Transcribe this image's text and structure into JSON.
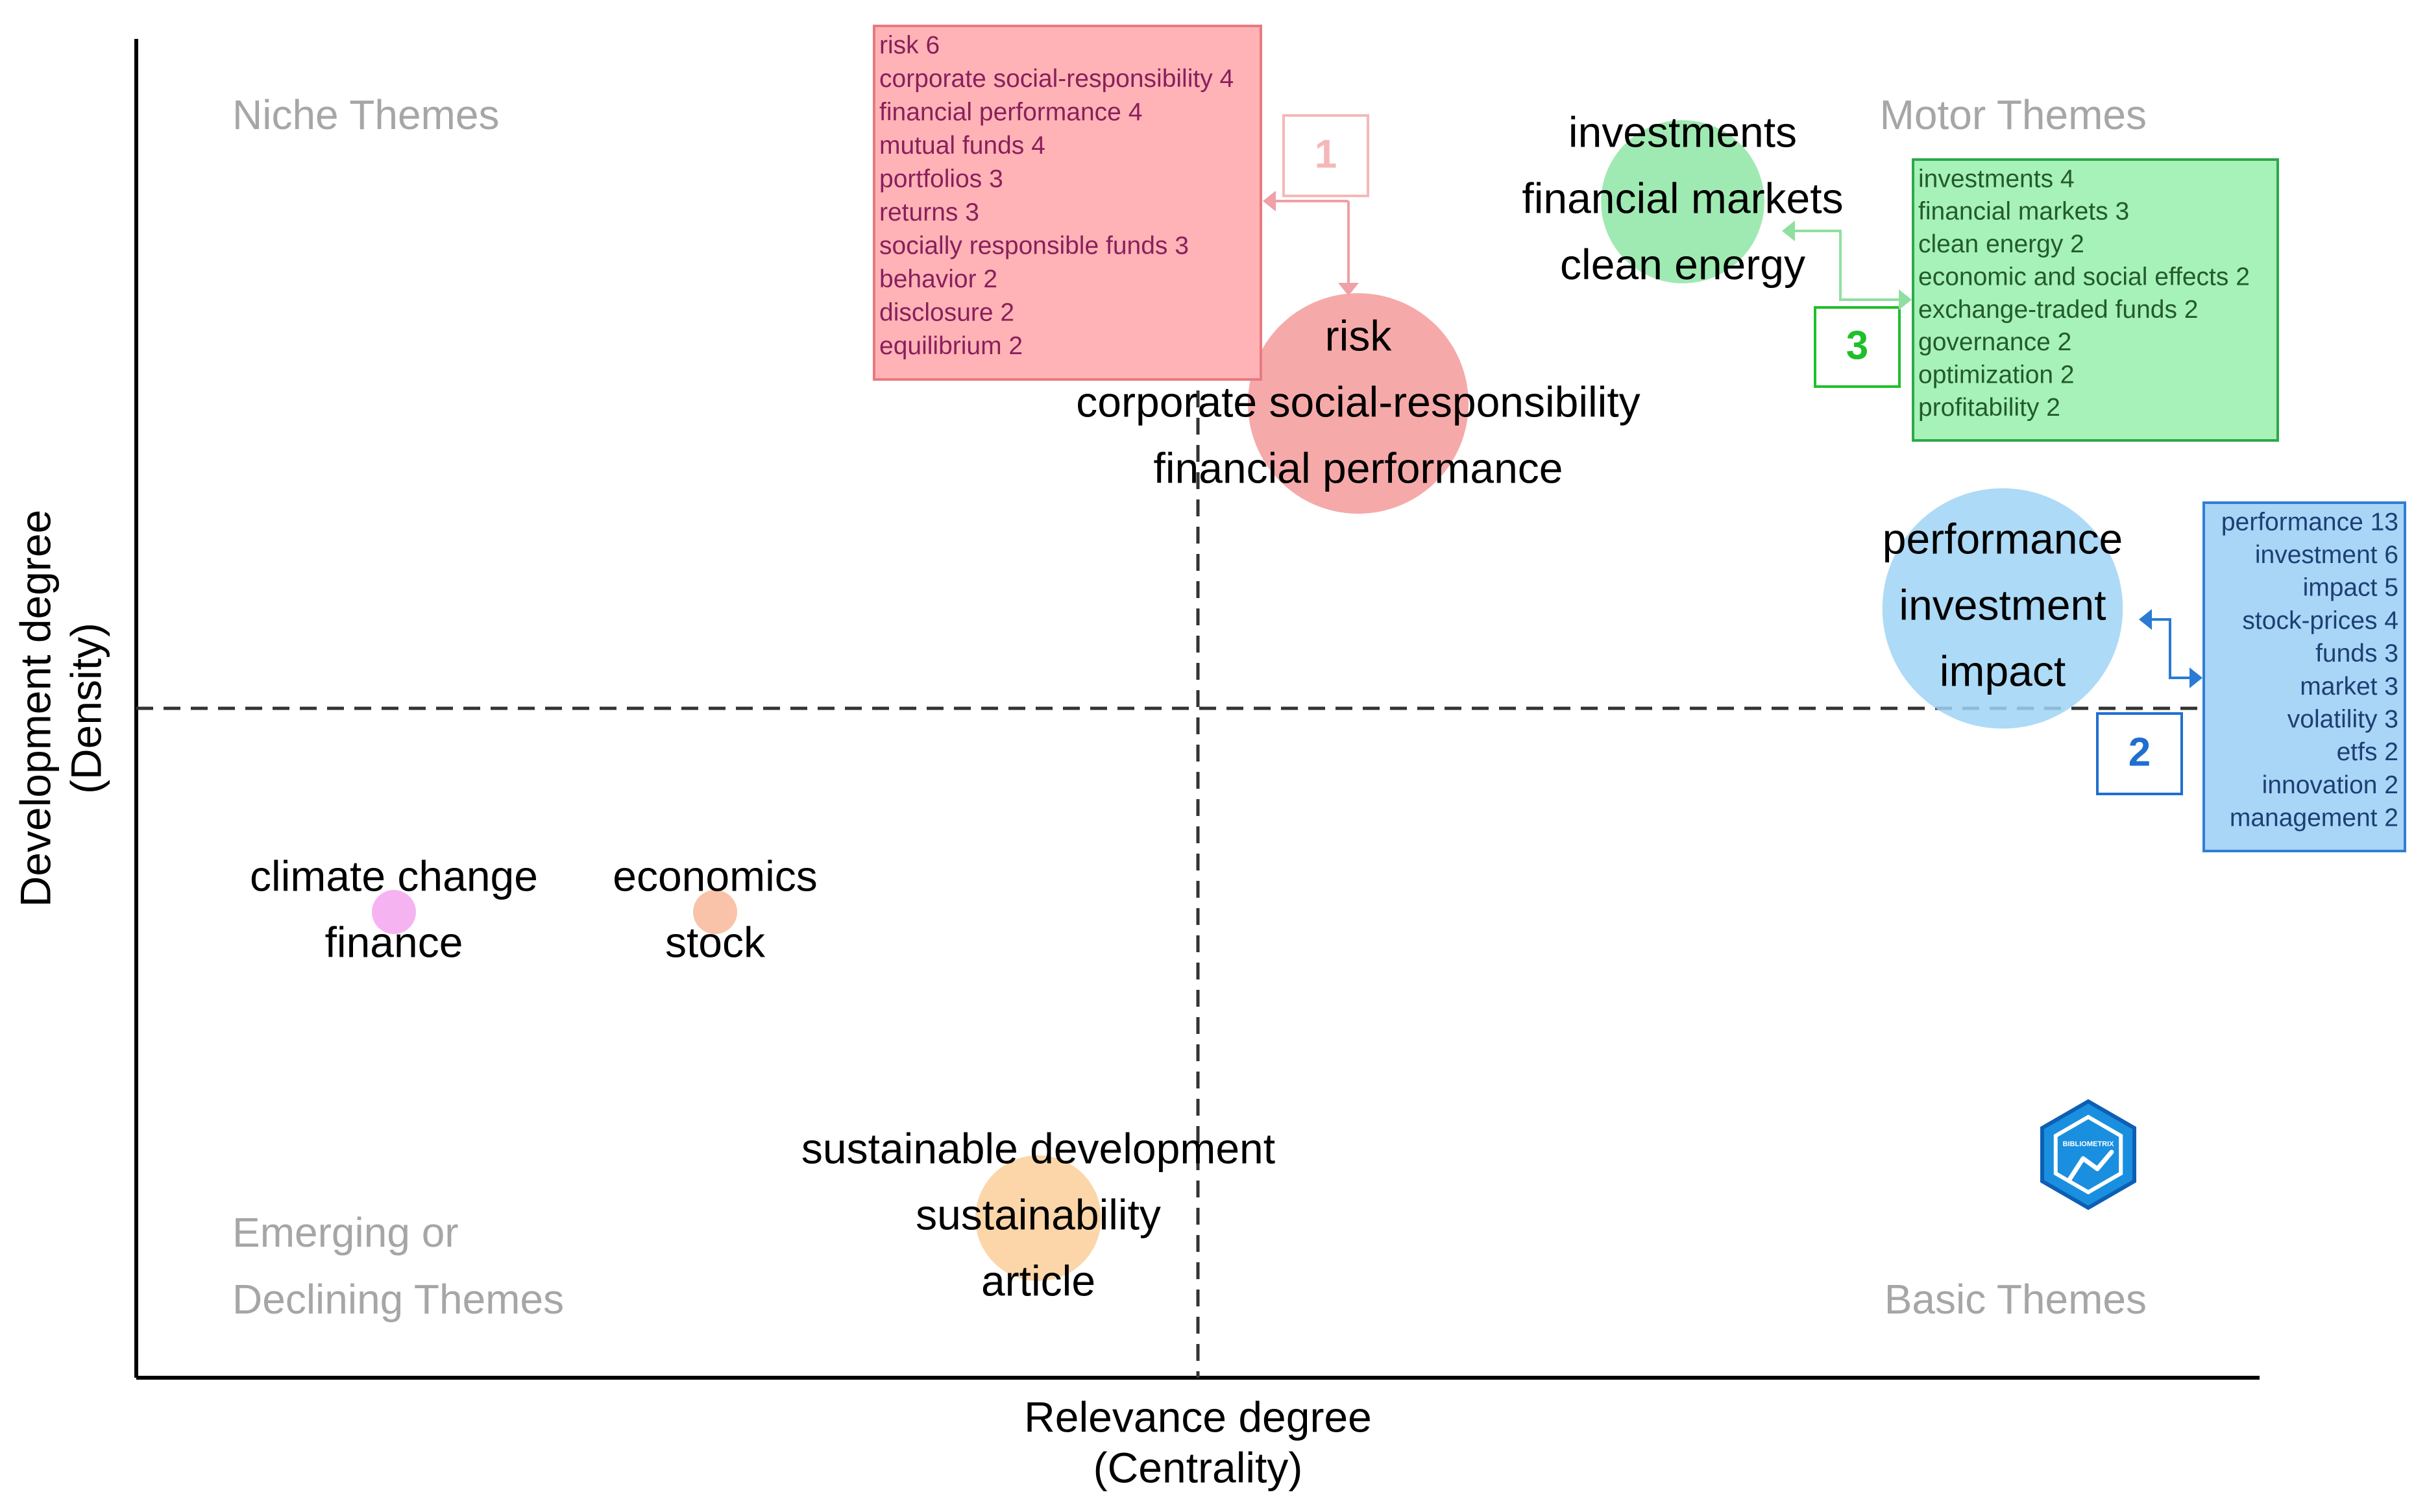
{
  "chart_data": {
    "type": "scatter",
    "title": "",
    "xlabel": [
      "Relevance degree",
      "(Centrality)"
    ],
    "ylabel": [
      "Development degree",
      "(Density)"
    ],
    "grid": false,
    "quadrants": {
      "top_left": [
        "Niche Themes"
      ],
      "top_right": [
        "Motor Themes"
      ],
      "bottom_left": [
        "Emerging or",
        "Declining Themes"
      ],
      "bottom_right": [
        "Basic Themes"
      ]
    },
    "clusters": [
      {
        "labels": [
          "risk",
          "corporate social-responsibility",
          "financial performance"
        ],
        "color": "#f59a9a",
        "size": 1.0
      },
      {
        "labels": [
          "investments",
          "financial markets",
          "clean energy"
        ],
        "color": "#8ee6a4",
        "size": 0.74
      },
      {
        "labels": [
          "performance",
          "investment",
          "impact"
        ],
        "color": "#9fd3f5",
        "size": 1.09
      },
      {
        "labels": [
          "climate change",
          "finance"
        ],
        "color": "#f5a6f0",
        "size": 0.2
      },
      {
        "labels": [
          "economics",
          "stock"
        ],
        "color": "#f8b89a",
        "size": 0.2
      },
      {
        "labels": [
          "sustainable development",
          "sustainability",
          "article"
        ],
        "color": "#fbcf9a",
        "size": 0.57
      }
    ],
    "keyword_boxes": [
      {
        "number": "1",
        "number_color": "#f5b8b8",
        "box_color": "#ffb3b6",
        "border_color": "#e87a80",
        "text_color": "#8a1f5c",
        "align": "left",
        "items": [
          "risk 6",
          "corporate social-responsibility 4",
          "financial performance 4",
          "mutual funds 4",
          "portfolios 3",
          "returns 3",
          "socially responsible funds 3",
          "behavior 2",
          "disclosure 2",
          "equilibrium 2"
        ]
      },
      {
        "number": "2",
        "number_color": "#1f6fd1",
        "box_color": "#a9d5f7",
        "border_color": "#2f7fd3",
        "text_color": "#1d3f73",
        "align": "right",
        "items": [
          "performance 13",
          "investment 6",
          "impact 5",
          "stock-prices 4",
          "funds 3",
          "market 3",
          "volatility 3",
          "etfs 2",
          "innovation 2",
          "management 2"
        ]
      },
      {
        "number": "3",
        "number_color": "#1fbf2a",
        "box_color": "#a6f2b8",
        "border_color": "#2fa84a",
        "text_color": "#245a2e",
        "align": "left",
        "items": [
          "investments 4",
          "financial markets 3",
          "clean energy 2",
          "economic and social effects 2",
          "exchange-traded funds 2",
          "governance 2",
          "optimization 2",
          "profitability 2"
        ]
      }
    ],
    "logo": {
      "text": "BIBLIOMETRIX",
      "icon": "bibliometrix-hexagon-logo-icon"
    }
  }
}
